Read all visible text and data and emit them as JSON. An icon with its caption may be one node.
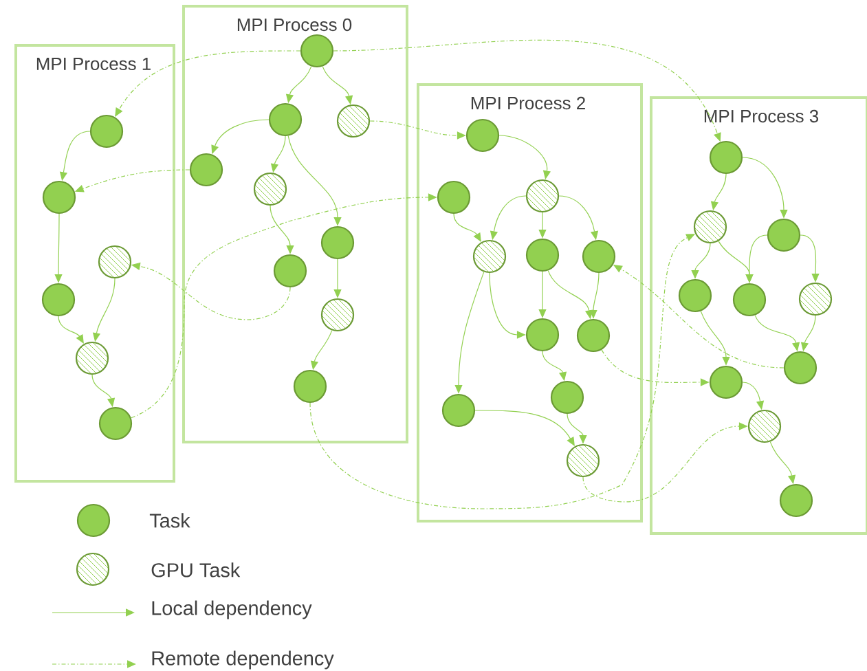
{
  "diagram": {
    "nodes": [
      {
        "text": [
          "MPI Process 0"
        ]
      },
      {
        "text": [],
        "shape": "circle",
        "in": 0
      },
      {
        "text": [],
        "shape": "circle",
        "in": 0
      },
      {
        "text": [],
        "shape": "hatched-circle",
        "in": 0
      },
      {
        "text": [],
        "shape": "circle",
        "in": 0
      },
      {
        "text": [],
        "shape": "hatched-circle",
        "in": 0
      },
      {
        "text": [],
        "shape": "circle",
        "in": 0
      },
      {
        "text": [],
        "shape": "circle",
        "in": 0
      },
      {
        "text": [],
        "shape": "hatched-circle",
        "in": 0
      },
      {
        "text": [],
        "shape": "circle",
        "in": 0
      },
      {
        "text": [
          "MPI Process 1"
        ]
      },
      {
        "text": [],
        "shape": "circle",
        "in": 10
      },
      {
        "text": [],
        "shape": "circle",
        "in": 10
      },
      {
        "text": [],
        "shape": "hatched-circle",
        "in": 10
      },
      {
        "text": [],
        "shape": "circle",
        "in": 10
      },
      {
        "text": [],
        "shape": "hatched-circle",
        "in": 10
      },
      {
        "text": [],
        "shape": "circle",
        "in": 10
      },
      {
        "text": [
          "MPI Process 2"
        ]
      },
      {
        "text": [],
        "shape": "circle",
        "in": 17
      },
      {
        "text": [],
        "shape": "circle",
        "in": 17
      },
      {
        "text": [],
        "shape": "hatched-circle",
        "in": 17
      },
      {
        "text": [],
        "shape": "hatched-circle",
        "in": 17
      },
      {
        "text": [],
        "shape": "circle",
        "in": 17
      },
      {
        "text": [],
        "shape": "circle",
        "in": 17
      },
      {
        "text": [],
        "shape": "circle",
        "in": 17
      },
      {
        "text": [],
        "shape": "circle",
        "in": 17
      },
      {
        "text": [],
        "shape": "circle",
        "in": 17
      },
      {
        "text": [],
        "shape": "circle",
        "in": 17
      },
      {
        "text": [],
        "shape": "hatched-circle",
        "in": 17
      },
      {
        "text": [
          "MPI Process 3"
        ]
      },
      {
        "text": [],
        "shape": "circle",
        "in": 29
      },
      {
        "text": [],
        "shape": "hatched-circle",
        "in": 29
      },
      {
        "text": [],
        "shape": "circle",
        "in": 29
      },
      {
        "text": [],
        "shape": "circle",
        "in": 29
      },
      {
        "text": [],
        "shape": "circle",
        "in": 29
      },
      {
        "text": [],
        "shape": "hatched-circle",
        "in": 29
      },
      {
        "text": [],
        "shape": "circle",
        "in": 29
      },
      {
        "text": [],
        "shape": "circle",
        "in": 29
      },
      {
        "text": [],
        "shape": "hatched-circle",
        "in": 29
      },
      {
        "text": [],
        "shape": "circle",
        "in": 29
      }
    ],
    "edges": [
      {
        "from": 1,
        "to": 2,
        "arrow": "to"
      },
      {
        "from": 1,
        "to": 3,
        "arrow": "to"
      },
      {
        "from": 2,
        "to": 4,
        "arrow": "to"
      },
      {
        "from": 2,
        "to": 5,
        "arrow": "to"
      },
      {
        "from": 2,
        "to": 6,
        "arrow": "to"
      },
      {
        "from": 5,
        "to": 7,
        "arrow": "to"
      },
      {
        "from": 6,
        "to": 8,
        "arrow": "to"
      },
      {
        "from": 8,
        "to": 9,
        "arrow": "to"
      },
      {
        "from": 11,
        "to": 12,
        "arrow": "to"
      },
      {
        "from": 12,
        "to": 14,
        "arrow": "to"
      },
      {
        "from": 14,
        "to": 15,
        "arrow": "to"
      },
      {
        "from": 13,
        "to": 15,
        "arrow": "to"
      },
      {
        "from": 15,
        "to": 16,
        "arrow": "to"
      },
      {
        "from": 18,
        "to": 20,
        "arrow": "to"
      },
      {
        "from": 19,
        "to": 21,
        "arrow": "to"
      },
      {
        "from": 20,
        "to": 21,
        "arrow": "to"
      },
      {
        "from": 20,
        "to": 22,
        "arrow": "to"
      },
      {
        "from": 20,
        "to": 23,
        "arrow": "to"
      },
      {
        "from": 21,
        "to": 24,
        "arrow": "to"
      },
      {
        "from": 21,
        "to": 27,
        "arrow": "to"
      },
      {
        "from": 22,
        "to": 24,
        "arrow": "to"
      },
      {
        "from": 22,
        "to": 25,
        "arrow": "to"
      },
      {
        "from": 23,
        "to": 25,
        "arrow": "to"
      },
      {
        "from": 24,
        "to": 26,
        "arrow": "to"
      },
      {
        "from": 26,
        "to": 28,
        "arrow": "to"
      },
      {
        "from": 27,
        "to": 28,
        "arrow": "to"
      },
      {
        "from": 30,
        "to": 31,
        "arrow": "to"
      },
      {
        "from": 30,
        "to": 32,
        "arrow": "to"
      },
      {
        "from": 31,
        "to": 33,
        "arrow": "to"
      },
      {
        "from": 31,
        "to": 34,
        "arrow": "to"
      },
      {
        "from": 32,
        "to": 34,
        "arrow": "to"
      },
      {
        "from": 32,
        "to": 35,
        "arrow": "to"
      },
      {
        "from": 33,
        "to": 37,
        "arrow": "to"
      },
      {
        "from": 34,
        "to": 36,
        "arrow": "to"
      },
      {
        "from": 35,
        "to": 36,
        "arrow": "to"
      },
      {
        "from": 37,
        "to": 38,
        "arrow": "to"
      },
      {
        "from": 38,
        "to": 39,
        "arrow": "to"
      },
      {
        "from": 1,
        "to": 11,
        "arrow": "to",
        "style": "dashed"
      },
      {
        "from": 1,
        "to": 30,
        "arrow": "to",
        "style": "dashed"
      },
      {
        "from": 3,
        "to": 18,
        "arrow": "to",
        "style": "dashed"
      },
      {
        "from": 4,
        "to": 12,
        "arrow": "to",
        "style": "dashed"
      },
      {
        "from": 7,
        "to": 13,
        "arrow": "to",
        "style": "dashed"
      },
      {
        "from": 16,
        "to": 19,
        "arrow": "to",
        "style": "dashed"
      },
      {
        "from": 9,
        "to": 31,
        "arrow": "to",
        "style": "dashed"
      },
      {
        "from": 25,
        "to": 37,
        "arrow": "to",
        "style": "dashed"
      },
      {
        "from": 36,
        "to": 23,
        "arrow": "to",
        "style": "dashed"
      },
      {
        "from": 28,
        "to": 38,
        "arrow": "to",
        "style": "dashed"
      }
    ],
    "legend": [
      {
        "text": "Task"
      },
      {
        "text": "GPU Task"
      },
      {
        "text": "Local dependency"
      },
      {
        "text": "Remote dependency"
      }
    ]
  }
}
